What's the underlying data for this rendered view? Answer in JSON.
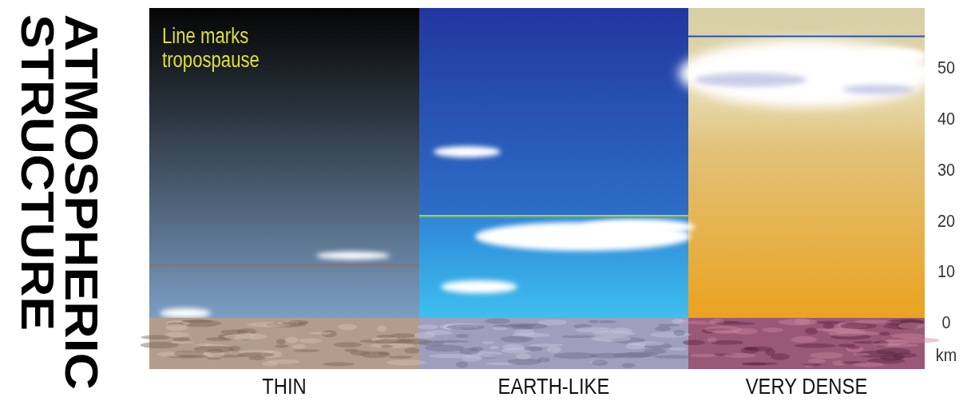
{
  "diagram": {
    "title": "ATMOSPHERIC STRUCTURE",
    "nodes": [
      {
        "text": [
          "THIN"
        ]
      },
      {
        "text": [
          "EARTH-LIKE"
        ]
      },
      {
        "text": [
          "VERY DENSE"
        ]
      }
    ],
    "labels": [
      "Line marks tropospause",
      "50",
      "40",
      "30",
      "20",
      "10",
      "0",
      "km"
    ]
  }
}
